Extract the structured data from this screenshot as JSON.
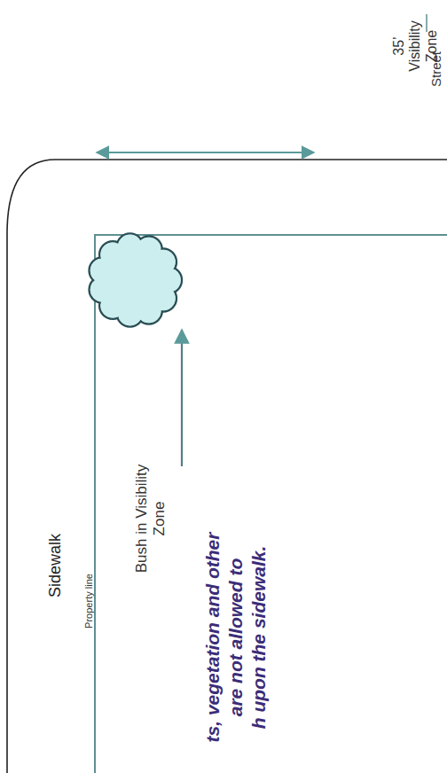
{
  "diagram": {
    "labels": [
      "35’ Visibility Zone",
      "Street",
      "Sidewalk",
      "Property line",
      "Bush in Visibility Zone",
      "ts, vegetation and other",
      "are not allowed to",
      "h upon the sidewalk."
    ]
  }
}
